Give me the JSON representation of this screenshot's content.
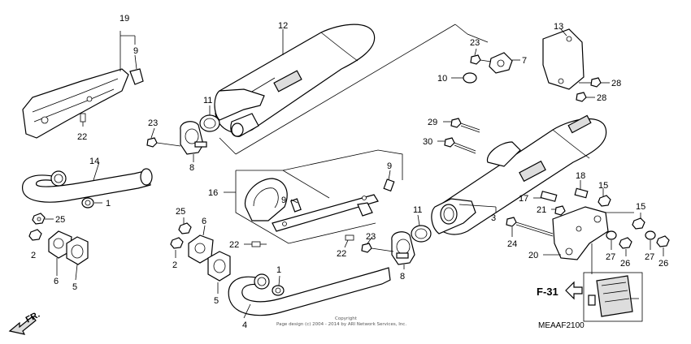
{
  "labels": {
    "l1a": "1",
    "l1b": "1",
    "l2a": "2",
    "l2b": "2",
    "l3": "3",
    "l4": "4",
    "l5a": "5",
    "l5b": "5",
    "l6a": "6",
    "l6b": "6",
    "l7": "7",
    "l8a": "8",
    "l8b": "8",
    "l9a": "9",
    "l9b": "9",
    "l9c": "9",
    "l10": "10",
    "l11a": "11",
    "l11b": "11",
    "l12": "12",
    "l13": "13",
    "l14": "14",
    "l15a": "15",
    "l15b": "15",
    "l16": "16",
    "l17": "17",
    "l18": "18",
    "l19": "19",
    "l20": "20",
    "l21": "21",
    "l22a": "22",
    "l22b": "22",
    "l22c": "22",
    "l23a": "23",
    "l23b": "23",
    "l23c": "23",
    "l24": "24",
    "l25a": "25",
    "l25b": "25",
    "l26a": "26",
    "l26b": "26",
    "l27a": "27",
    "l27b": "27",
    "l28a": "28",
    "l28b": "28",
    "l29": "29",
    "l30": "30"
  },
  "reference": "F-31",
  "direction": "FR.",
  "diagram_code": "MEAAF2100",
  "copyright_line1": "Copyright",
  "copyright_line2": "Page design (c) 2004 - 2014 by ARI Network Services, Inc."
}
